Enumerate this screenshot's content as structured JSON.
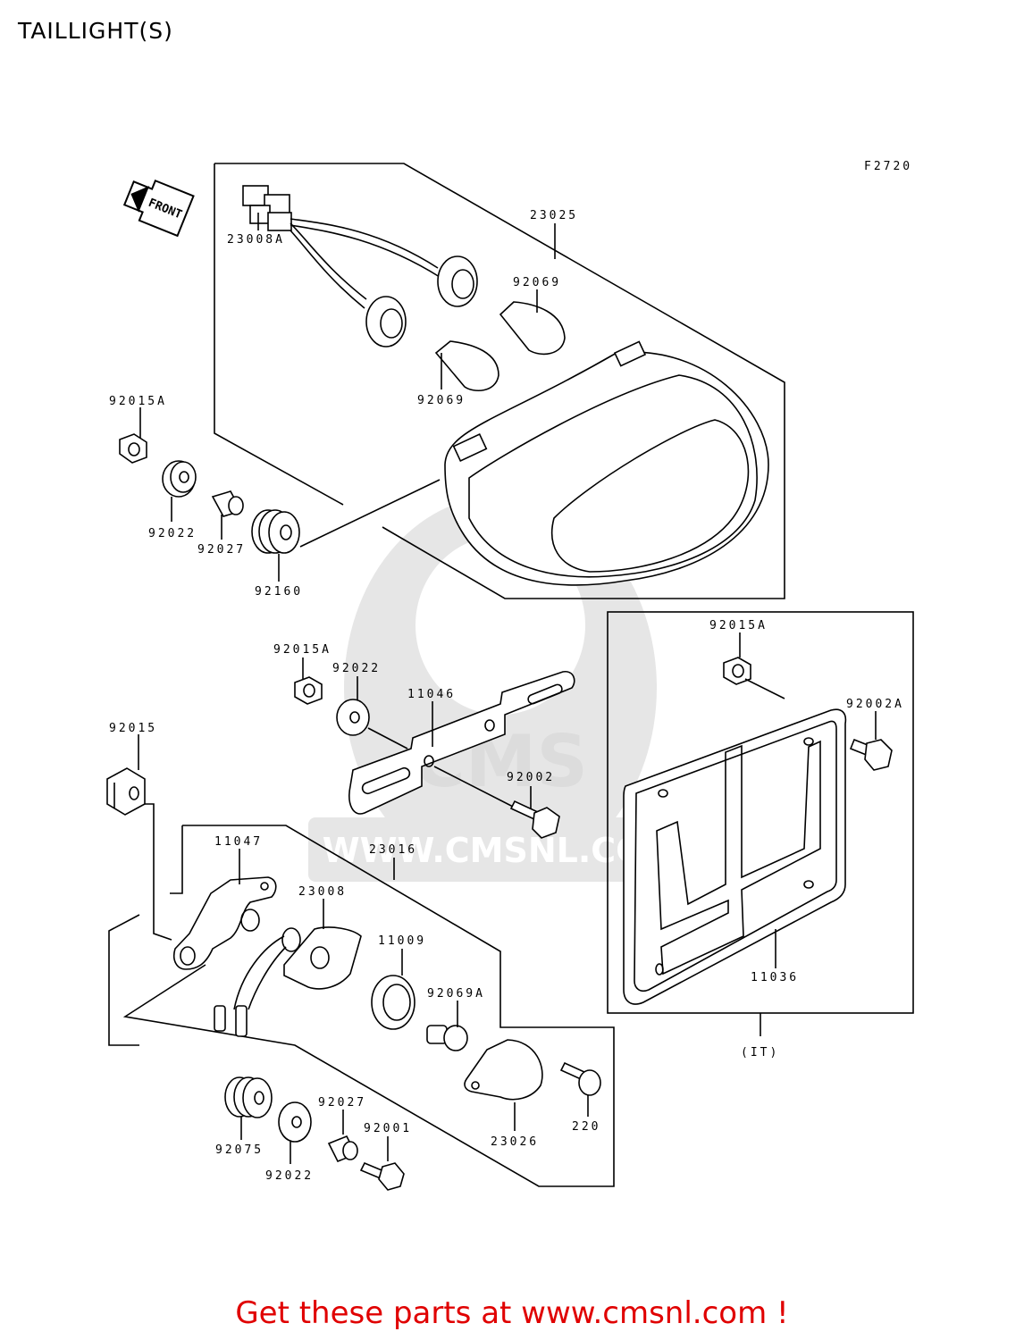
{
  "page": {
    "title": "TAILLIGHT(S)",
    "footer_link": "Get these parts at www.cmsnl.com !"
  },
  "diagram": {
    "figure_code": "F2720",
    "direction_arrow": "FRONT",
    "watermark": {
      "logo": "CMS",
      "url": "WWW.CMSNL.COM"
    },
    "part_labels": {
      "p23025": "23025",
      "p23008A": "23008A",
      "p92069_a": "92069",
      "p92069_b": "92069",
      "p92015A_a": "92015A",
      "p92022_a": "92022",
      "p92027_a": "92027",
      "p92160": "92160",
      "p92015A_b": "92015A",
      "p92022_b": "92022",
      "p11046": "11046",
      "p92015": "92015",
      "p92002": "92002",
      "p92015A_c": "92015A",
      "p92002A": "92002A",
      "p11036": "11036",
      "p23016": "23016",
      "p11047": "11047",
      "p23008": "23008",
      "p11009": "11009",
      "p92069A": "92069A",
      "p220": "220",
      "p23026": "23026",
      "p92075": "92075",
      "p92022_c": "92022",
      "p92027_b": "92027",
      "p92001": "92001",
      "region": "(IT)"
    }
  }
}
